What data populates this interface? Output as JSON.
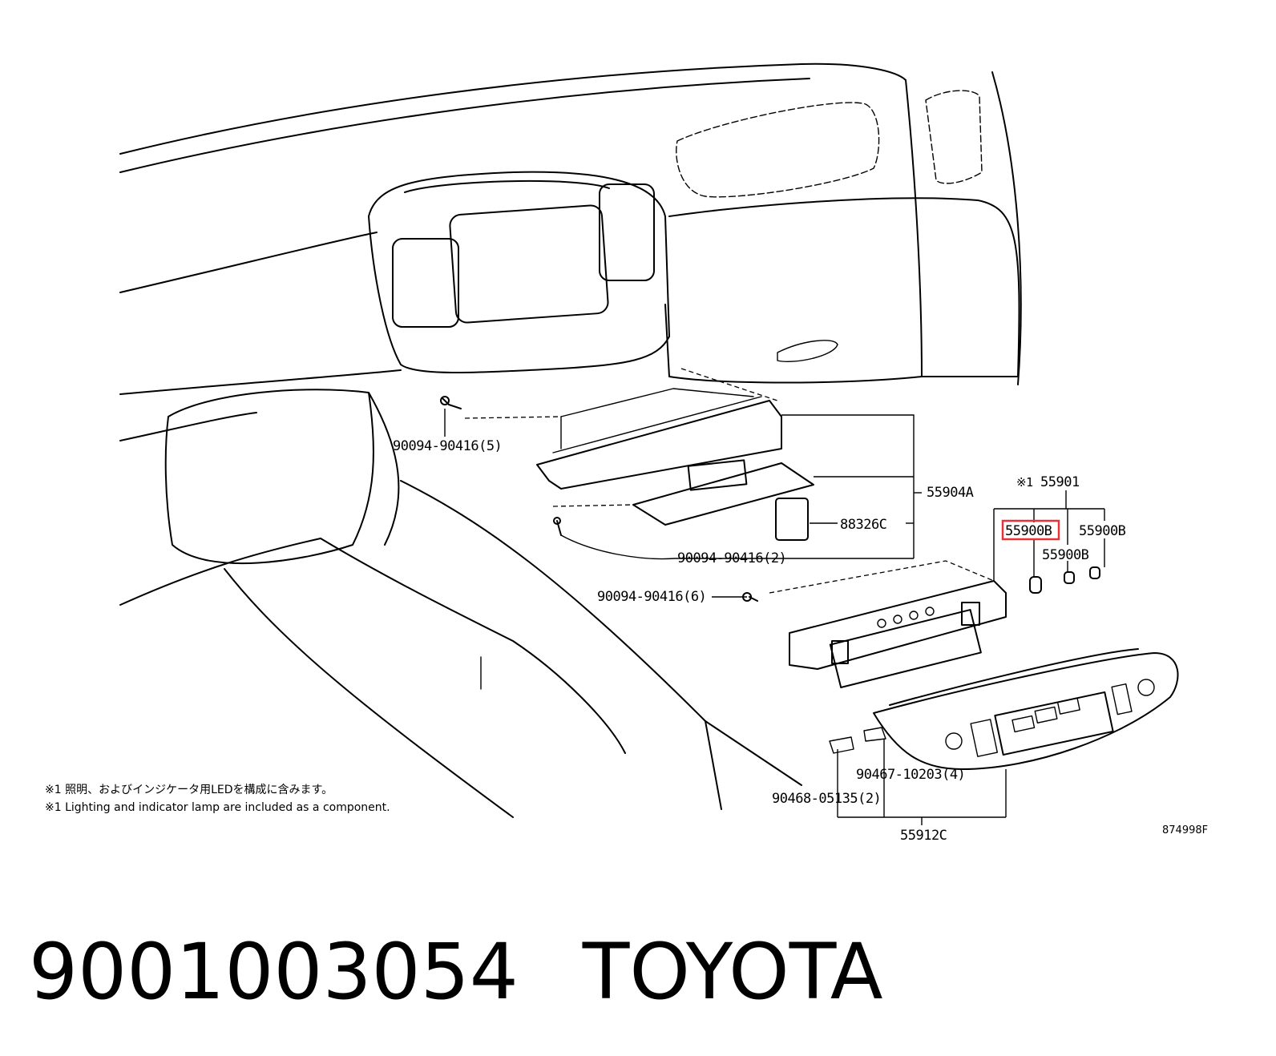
{
  "diagram": {
    "labels": {
      "bolt_top": "90094-90416(5)",
      "part_a": "55904A",
      "part_c": "88326C",
      "bolt_mid": "90094-90416(2)",
      "bolt_lower": "90094-90416(6)",
      "assembly_prefix": "※1",
      "assembly": "55901",
      "bulb_highlighted": "55900B",
      "bulb_right": "55900B",
      "bulb_center": "55900B",
      "clip_a": "90467-10203(4)",
      "clip_b": "90468-05135(2)",
      "part_panel": "55912C",
      "figure_code": "874998F"
    },
    "notes": {
      "jp": "※1 照明、およびインジケータ用LEDを構成に含みます。",
      "en": "※1 Lighting and indicator lamp are included as a component."
    },
    "highlight_color": "#e8323a"
  },
  "footer": {
    "part_number": "9001003054",
    "brand": "TOYOTA"
  }
}
